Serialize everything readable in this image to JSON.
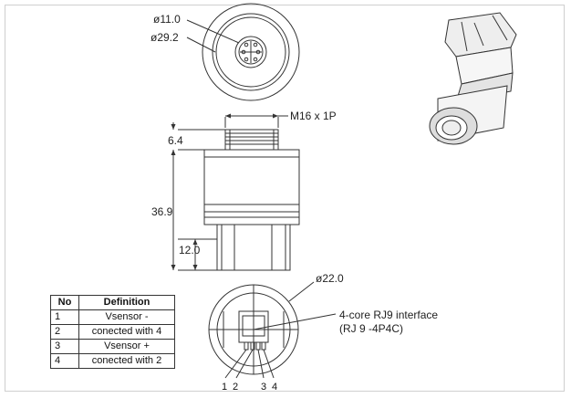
{
  "dimensions": {
    "inner_dia": "ø11.0",
    "outer_dia": "ø29.2",
    "thread": "M16 x 1P",
    "thread_len": "6.4",
    "body_len": "36.9",
    "base_len": "12.0",
    "base_dia": "ø22.0"
  },
  "interface": {
    "line1": "4-core RJ9  interface",
    "line2": "(RJ 9 -4P4C)"
  },
  "pin_numbers": [
    "1",
    "2",
    "3",
    "4"
  ],
  "table": {
    "headers": [
      "No",
      "Definition"
    ],
    "rows": [
      {
        "no": "1",
        "def": "Vsensor -"
      },
      {
        "no": "2",
        "def": "conected with 4"
      },
      {
        "no": "3",
        "def": "Vsensor +"
      },
      {
        "no": "4",
        "def": "conected with 2"
      }
    ]
  },
  "colors": {
    "line": "#333333",
    "body": "#ffffff",
    "iso_shade": "#d9d9d9"
  }
}
